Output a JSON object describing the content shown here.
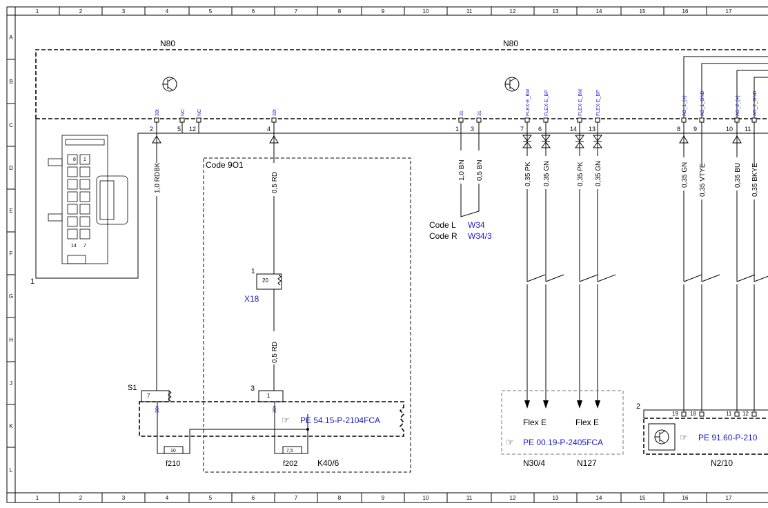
{
  "frame": {
    "columns": [
      "1",
      "2",
      "3",
      "4",
      "5",
      "6",
      "7",
      "8",
      "9",
      "10",
      "11",
      "12",
      "13",
      "14",
      "15",
      "16",
      "17"
    ],
    "rows": [
      "A",
      "B",
      "C",
      "D",
      "E",
      "F",
      "G",
      "H",
      "J",
      "K",
      "L"
    ]
  },
  "module": {
    "name_left": "N80",
    "name_right": "N80",
    "connector_ref": "1",
    "connector_pins": [
      "8",
      "1",
      "14",
      "7"
    ]
  },
  "pins": [
    {
      "num": "2",
      "sig": "30t"
    },
    {
      "num": "5",
      "sig": "NC"
    },
    {
      "num": "12",
      "sig": "NC"
    },
    {
      "num": "4",
      "sig": "30t"
    },
    {
      "num": "1",
      "sig": "31"
    },
    {
      "num": "3",
      "sig": "31"
    },
    {
      "num": "7",
      "sig": "FLEX-E_BM"
    },
    {
      "num": "6",
      "sig": "FLEX-E_BP"
    },
    {
      "num": "14",
      "sig": "FLEX-E_BM"
    },
    {
      "num": "13",
      "sig": "FLEX-E_BP"
    },
    {
      "num": "8",
      "sig": "AB_1_(+)"
    },
    {
      "num": "9",
      "sig": "AB_1_GND"
    },
    {
      "num": "10",
      "sig": "AB_2_(+)"
    },
    {
      "num": "11",
      "sig": "AB_2_GND"
    }
  ],
  "wires": [
    "1,0 RDBK",
    "0,5 RD",
    "1,0 BN",
    "0,5 BN",
    "0,35 PK",
    "0,35 GN",
    "0,35 PK",
    "0,35 GN",
    "0,35 GN",
    "0,35 VTYE",
    "0,35 BU",
    "0,35 BKYE",
    "0,5 RD"
  ],
  "code_box": "Code 9O1",
  "code_l": {
    "label": "Code L",
    "ref": "W34"
  },
  "code_r": {
    "label": "Code R",
    "ref": "W34/3"
  },
  "x18": {
    "pin_ref": "1",
    "pin": "20",
    "name": "X18"
  },
  "s1": {
    "name": "S1",
    "pin": "7",
    "sig": "30t"
  },
  "k406": {
    "ref": "3",
    "pin": "1",
    "sig": "30t",
    "link": "PE 54.15-P-2104FCA",
    "name": "K40/6"
  },
  "fuses": [
    {
      "val": "10",
      "name": "f210"
    },
    {
      "val": "7,5",
      "name": "f202"
    }
  ],
  "flex": {
    "label1": "Flex E",
    "label2": "Flex E",
    "link": "PE 00.19-P-2405FCA",
    "name1": "N30/4",
    "name2": "N127"
  },
  "n210": {
    "ref": "2",
    "pins": [
      "19",
      "18",
      "11",
      "12"
    ],
    "link": "PE 91.60-P-210",
    "name": "N2/10"
  }
}
